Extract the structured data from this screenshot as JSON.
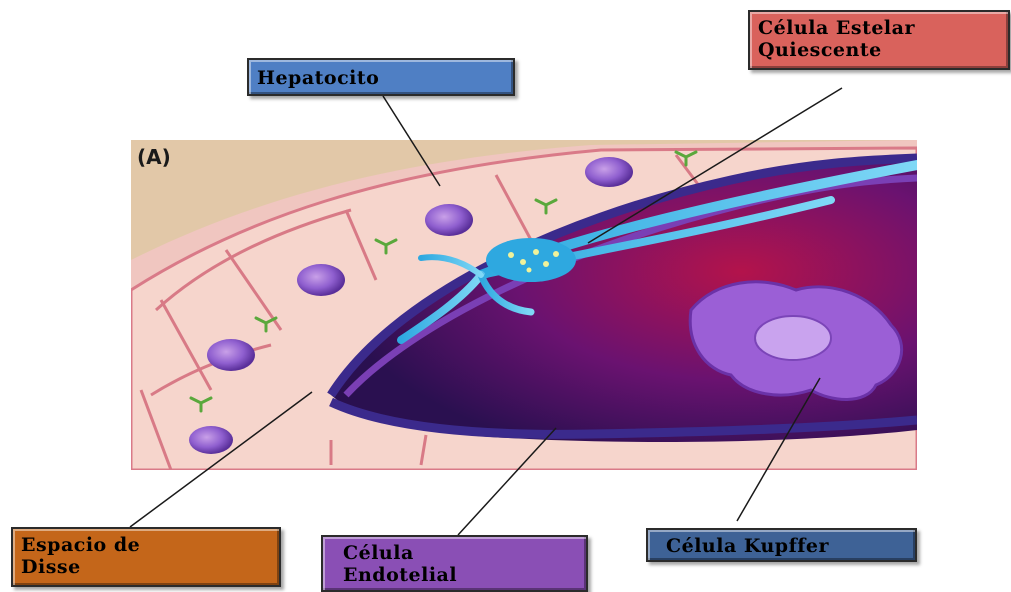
{
  "figure": {
    "panel_letter": "(A)"
  },
  "labels": {
    "hepatocyte": {
      "text": "Hepatocito",
      "color": "#4f7fc4"
    },
    "stellate": {
      "line1": "Célula Estelar",
      "line2": "Quiescente",
      "color": "#d9625c"
    },
    "disse": {
      "line1": "Espacio de",
      "line2": "Disse",
      "color": "#c4661a"
    },
    "endothelial": {
      "line1": "Célula",
      "line2": "Endotelial",
      "color": "#8a4fb5"
    },
    "kupffer": {
      "text": "Célula Kupffer",
      "color": "#3e6296"
    }
  }
}
